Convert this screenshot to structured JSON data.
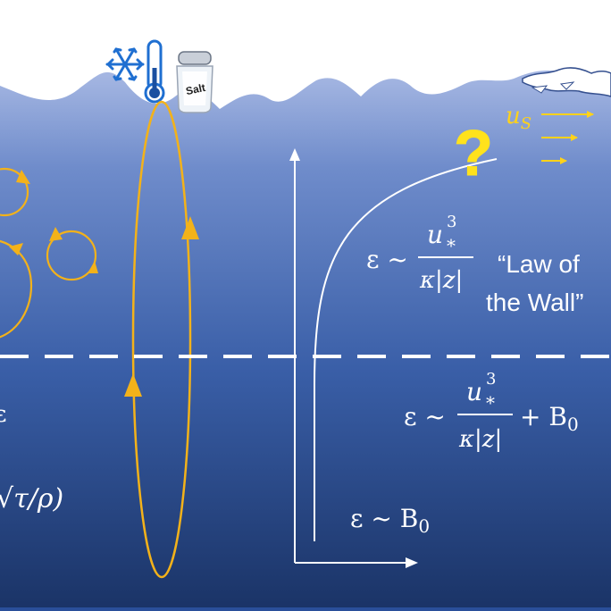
{
  "icons": {
    "cooling": "snowflake-icon",
    "thermometer": "thermometer-icon",
    "salt": "salt-shaker-icon",
    "question": "question-mark-icon"
  },
  "labels": {
    "salt_label": "Salt",
    "question_mark": "?",
    "stokes_drift": "u",
    "stokes_drift_sub": "S",
    "law_of_wall_line1": "“Law of",
    "law_of_wall_line2": "the Wall”",
    "upper_eps": "ε ~",
    "upper_num": "u",
    "upper_num_sup": "3",
    "upper_num_sub": "*",
    "upper_den": "κ|z|",
    "lower_eps": "ε ~",
    "lower_num": "u",
    "lower_num_sup": "3",
    "lower_num_sub": "*",
    "lower_den": "κ|z|",
    "lower_plus": "+ B",
    "lower_plus_sub": "0",
    "bottom_eps": "ε ~ B",
    "bottom_eps_sub": "0",
    "cropped_formula": "√τ/ρ)",
    "cropped_left_mark": "ɛ"
  },
  "colors": {
    "sky": "#ffffff",
    "water_top": "#8ea4d8",
    "water_mid": "#4b6db4",
    "water_bottom": "#1c3568",
    "eddy": "#f3b21a",
    "arrow_yellow": "#ffd21a",
    "white": "#ffffff",
    "ice": "#ffffff",
    "ice_edge": "#2f4a8a"
  }
}
